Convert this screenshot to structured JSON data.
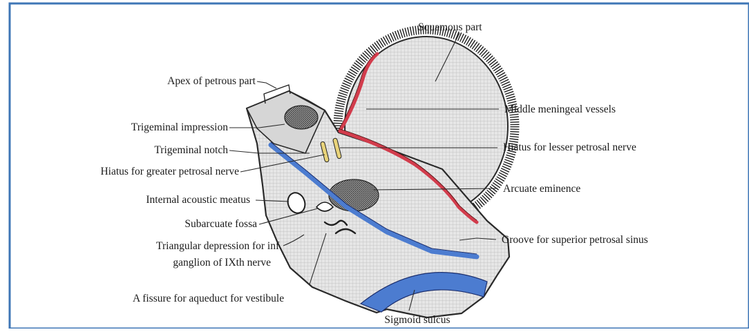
{
  "figure": {
    "colors": {
      "frame": "#3e76b6",
      "bone_fill": "#e6e6e6",
      "outline": "#2a2a2a",
      "artery": "#d23c4c",
      "groove": "#4c7cd0"
    },
    "labels": {
      "squamous_part": "Squamous part",
      "apex_petrous": "Apex of petrous part",
      "middle_meningeal": "Middle meningeal vessels",
      "trigeminal_impression": "Trigeminal impression",
      "trigeminal_notch": "Trigeminal notch",
      "hiatus_lesser": "Hiatus for lesser petrosal nerve",
      "hiatus_greater": "Hiatus for greater petrosal nerve",
      "arcuate_eminence": "Arcuate eminence",
      "internal_acoustic": "Internal acoustic meatus",
      "subarcuate_fossa": "Subarcuate fossa",
      "groove_superior": "Groove for superior petrosal sinus",
      "triangular_line1": "Triangular depression for inf.",
      "triangular_line2": "ganglion of IXth nerve",
      "fissure_aqueduct": "A fissure for aqueduct for vestibule",
      "sigmoid_sulcus": "Sigmoid sulcus"
    }
  }
}
